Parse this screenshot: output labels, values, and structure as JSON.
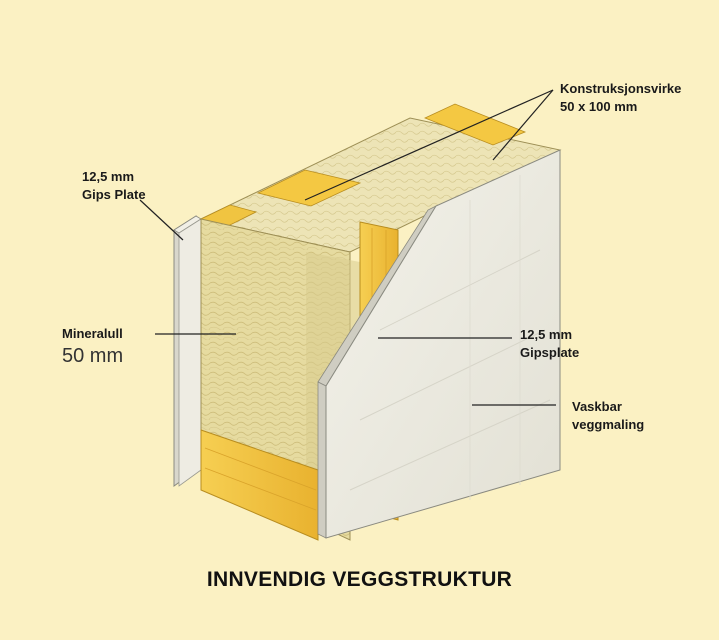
{
  "title": "INNVENDIG VEGGSTRUKTUR",
  "labels": {
    "stud": {
      "line1": "Konstruksjonsvirke",
      "line2": "50 x 100 mm"
    },
    "gips_left": {
      "line1": "12,5 mm",
      "line2": "Gips Plate"
    },
    "mineral": {
      "line1": "Mineralull",
      "line2": "50 mm"
    },
    "gips_right": {
      "line1": "12,5 mm",
      "line2": "Gipsplate"
    },
    "paint": {
      "line1": "Vaskbar",
      "line2": "veggmaling"
    }
  },
  "colors": {
    "background": "#fbf1c3",
    "timber": "#f3c33c",
    "insulation": "#e6dba0",
    "gypsum": "#ebe9df"
  }
}
